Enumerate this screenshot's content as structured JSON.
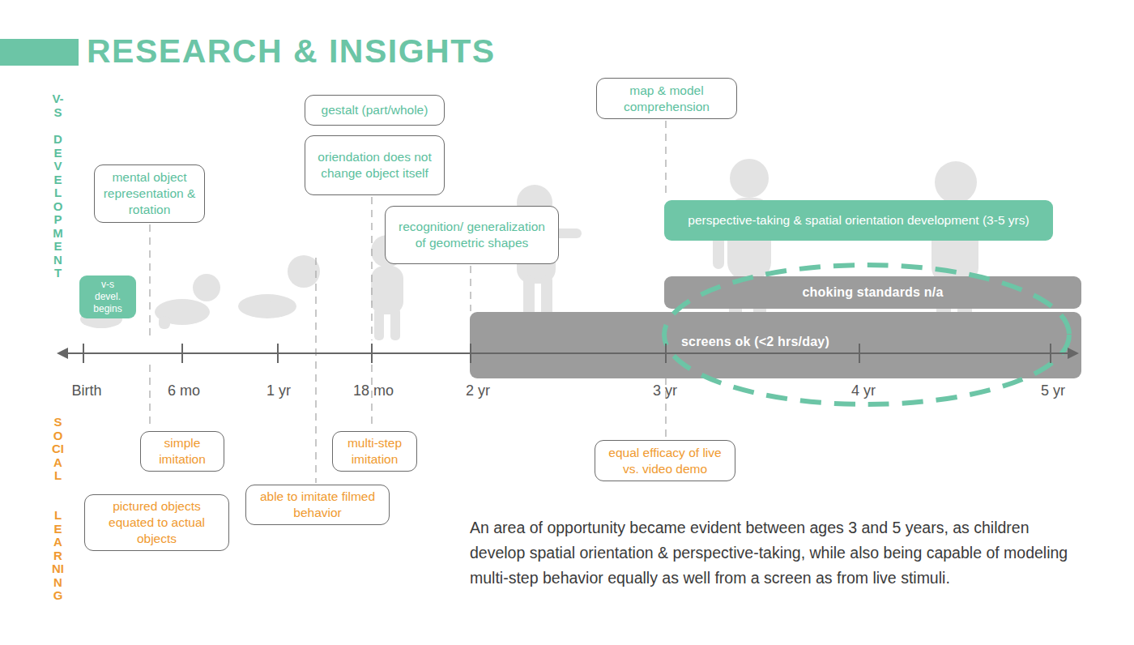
{
  "diagram": {
    "title": "RESEARCH & INSIGHTS",
    "caption": "An area of opportunity became evident between ages 3 and 5 years, as children develop spatial orientation & perspective-taking, while also being capable of modeling multi-step behavior equally as well from a screen as from live stimuli.",
    "nodes": [
      {
        "text": [
          "map & model comprehension"
        ]
      },
      {
        "text": [
          "gestalt (part/whole)"
        ]
      },
      {
        "text": [
          "oriendation does not change object itself"
        ]
      },
      {
        "text": [
          "mental object representation & rotation"
        ]
      },
      {
        "text": [
          "recognition/ generalization of geometric shapes"
        ]
      },
      {
        "text": [
          "perspective-taking & spatial orientation development (3-5 yrs)"
        ]
      },
      {
        "text": [
          "v-s devel. begins"
        ]
      },
      {
        "text": [
          "choking standards n/a"
        ]
      },
      {
        "text": [
          "screens ok (<2 hrs/day)"
        ]
      },
      {
        "text": [
          "simple imitation"
        ]
      },
      {
        "text": [
          "multi-step imitation"
        ]
      },
      {
        "text": [
          "equal efficacy of live vs. video demo"
        ]
      },
      {
        "text": [
          "able to imitate filmed behavior"
        ]
      },
      {
        "text": [
          "pictured objects equated to actual objects"
        ]
      }
    ],
    "edges": [],
    "labels": [
      "V-S",
      "DEVELOPMENT",
      "SOCIAL",
      "LEARNING",
      "Birth",
      "6 mo",
      "1 yr",
      "18 mo",
      "2 yr",
      "3 yr",
      "4 yr",
      "5 yr"
    ]
  }
}
